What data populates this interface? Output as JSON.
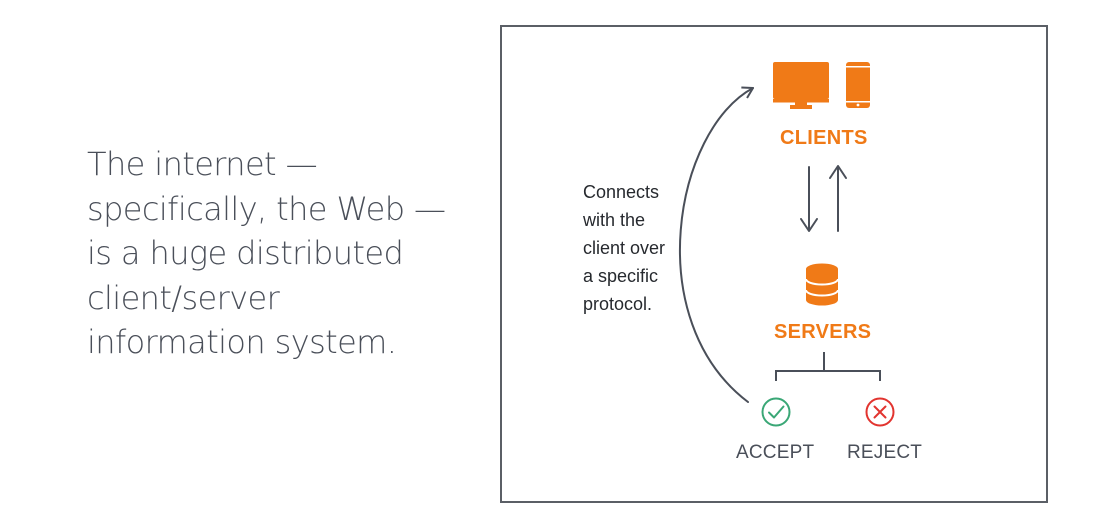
{
  "caption": {
    "lines": [
      "The internet —",
      "specifically, the Web —",
      "is a huge distributed",
      "client/server",
      "information system."
    ]
  },
  "diagram": {
    "clients_label": "CLIENTS",
    "servers_label": "SERVERS",
    "accept_label": "ACCEPT",
    "reject_label": "REJECT",
    "note_lines": [
      "Connects",
      "with the",
      "client over",
      "a specific",
      "protocol."
    ],
    "icons": {
      "clients": [
        "monitor-icon",
        "phone-icon"
      ],
      "servers": "database-icon",
      "accept": "check-circle-icon",
      "reject": "x-circle-icon"
    },
    "colors": {
      "accent": "#f07a17",
      "accept": "#3aa776",
      "reject": "#e2342f",
      "line": "#4a4f59"
    }
  }
}
